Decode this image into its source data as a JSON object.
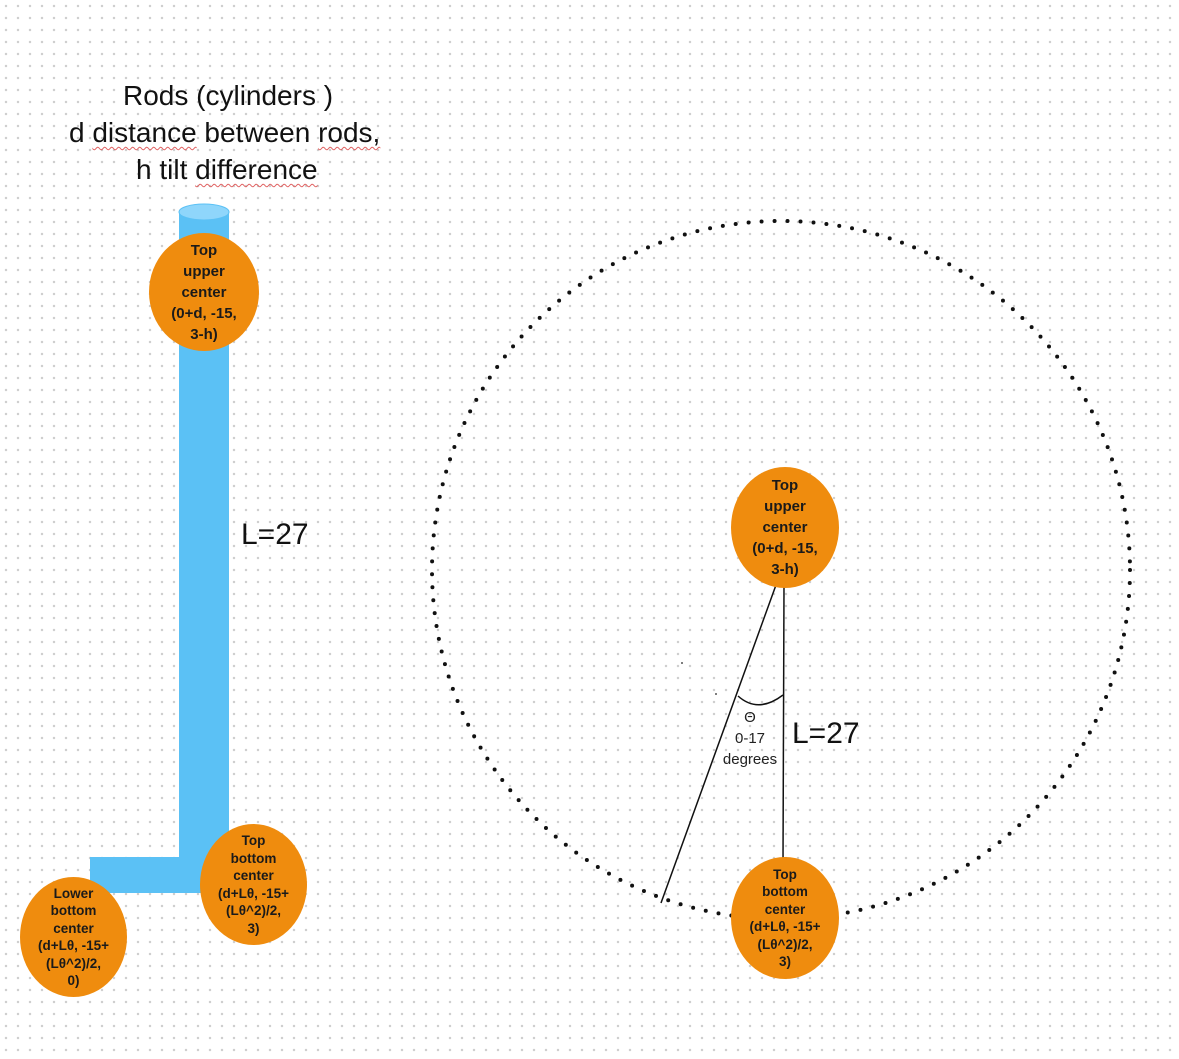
{
  "title": {
    "line1": "Rods (cylinders )",
    "line2_pre": "d ",
    "line2_underlined": "distance",
    "line2_mid": " between ",
    "line2_underlined2": "rods,",
    "line3_pre": "h tilt ",
    "line3_underlined": "difference"
  },
  "left_diagram": {
    "rod_color": "#5bc1f5",
    "length_label": "L=27",
    "top_node": "Top\nupper\ncenter\n(0+d, -15,\n3-h)",
    "bottom_node": "Top\nbottom\ncenter\n(d+Lθ, -15+\n(Lθ^2)/2,\n3)",
    "lower_node": "Lower\nbottom\ncenter\n(d+Lθ, -15+\n(Lθ^2)/2,\n0)"
  },
  "right_diagram": {
    "length_label": "L=27",
    "theta_symbol": "Θ",
    "theta_range": "0-17",
    "theta_unit": "degrees",
    "top_node": "Top\nupper\ncenter\n(0+d, -15,\n3-h)",
    "bottom_node": "Top\nbottom\ncenter\n(d+Lθ, -15+\n(Lθ^2)/2,\n3)"
  },
  "colors": {
    "node_fill": "#ef8c0e",
    "rod": "#5bc1f5",
    "rod_top": "#8fd6fb"
  }
}
